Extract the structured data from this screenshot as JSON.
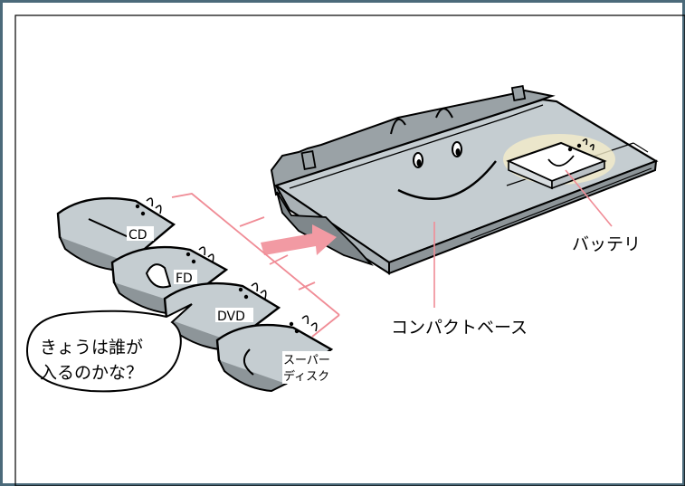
{
  "labels": {
    "battery": "バッテリ",
    "compact_base": "コンパクトベース"
  },
  "speech_bubble": {
    "line1": "きょうは誰が",
    "line2": "入るのかな？"
  },
  "modules": [
    {
      "id": "cd",
      "label": "CD"
    },
    {
      "id": "fd",
      "label": "FD"
    },
    {
      "id": "dvd",
      "label": "DVD"
    },
    {
      "id": "super",
      "label_line1": "スーパー",
      "label_line2": "ディスク"
    }
  ],
  "colors": {
    "frame": "#4b6a7a",
    "leader": "#f08c96",
    "arrow": "#f29aa3",
    "device": "#c5cdd1",
    "outline": "#000000"
  }
}
